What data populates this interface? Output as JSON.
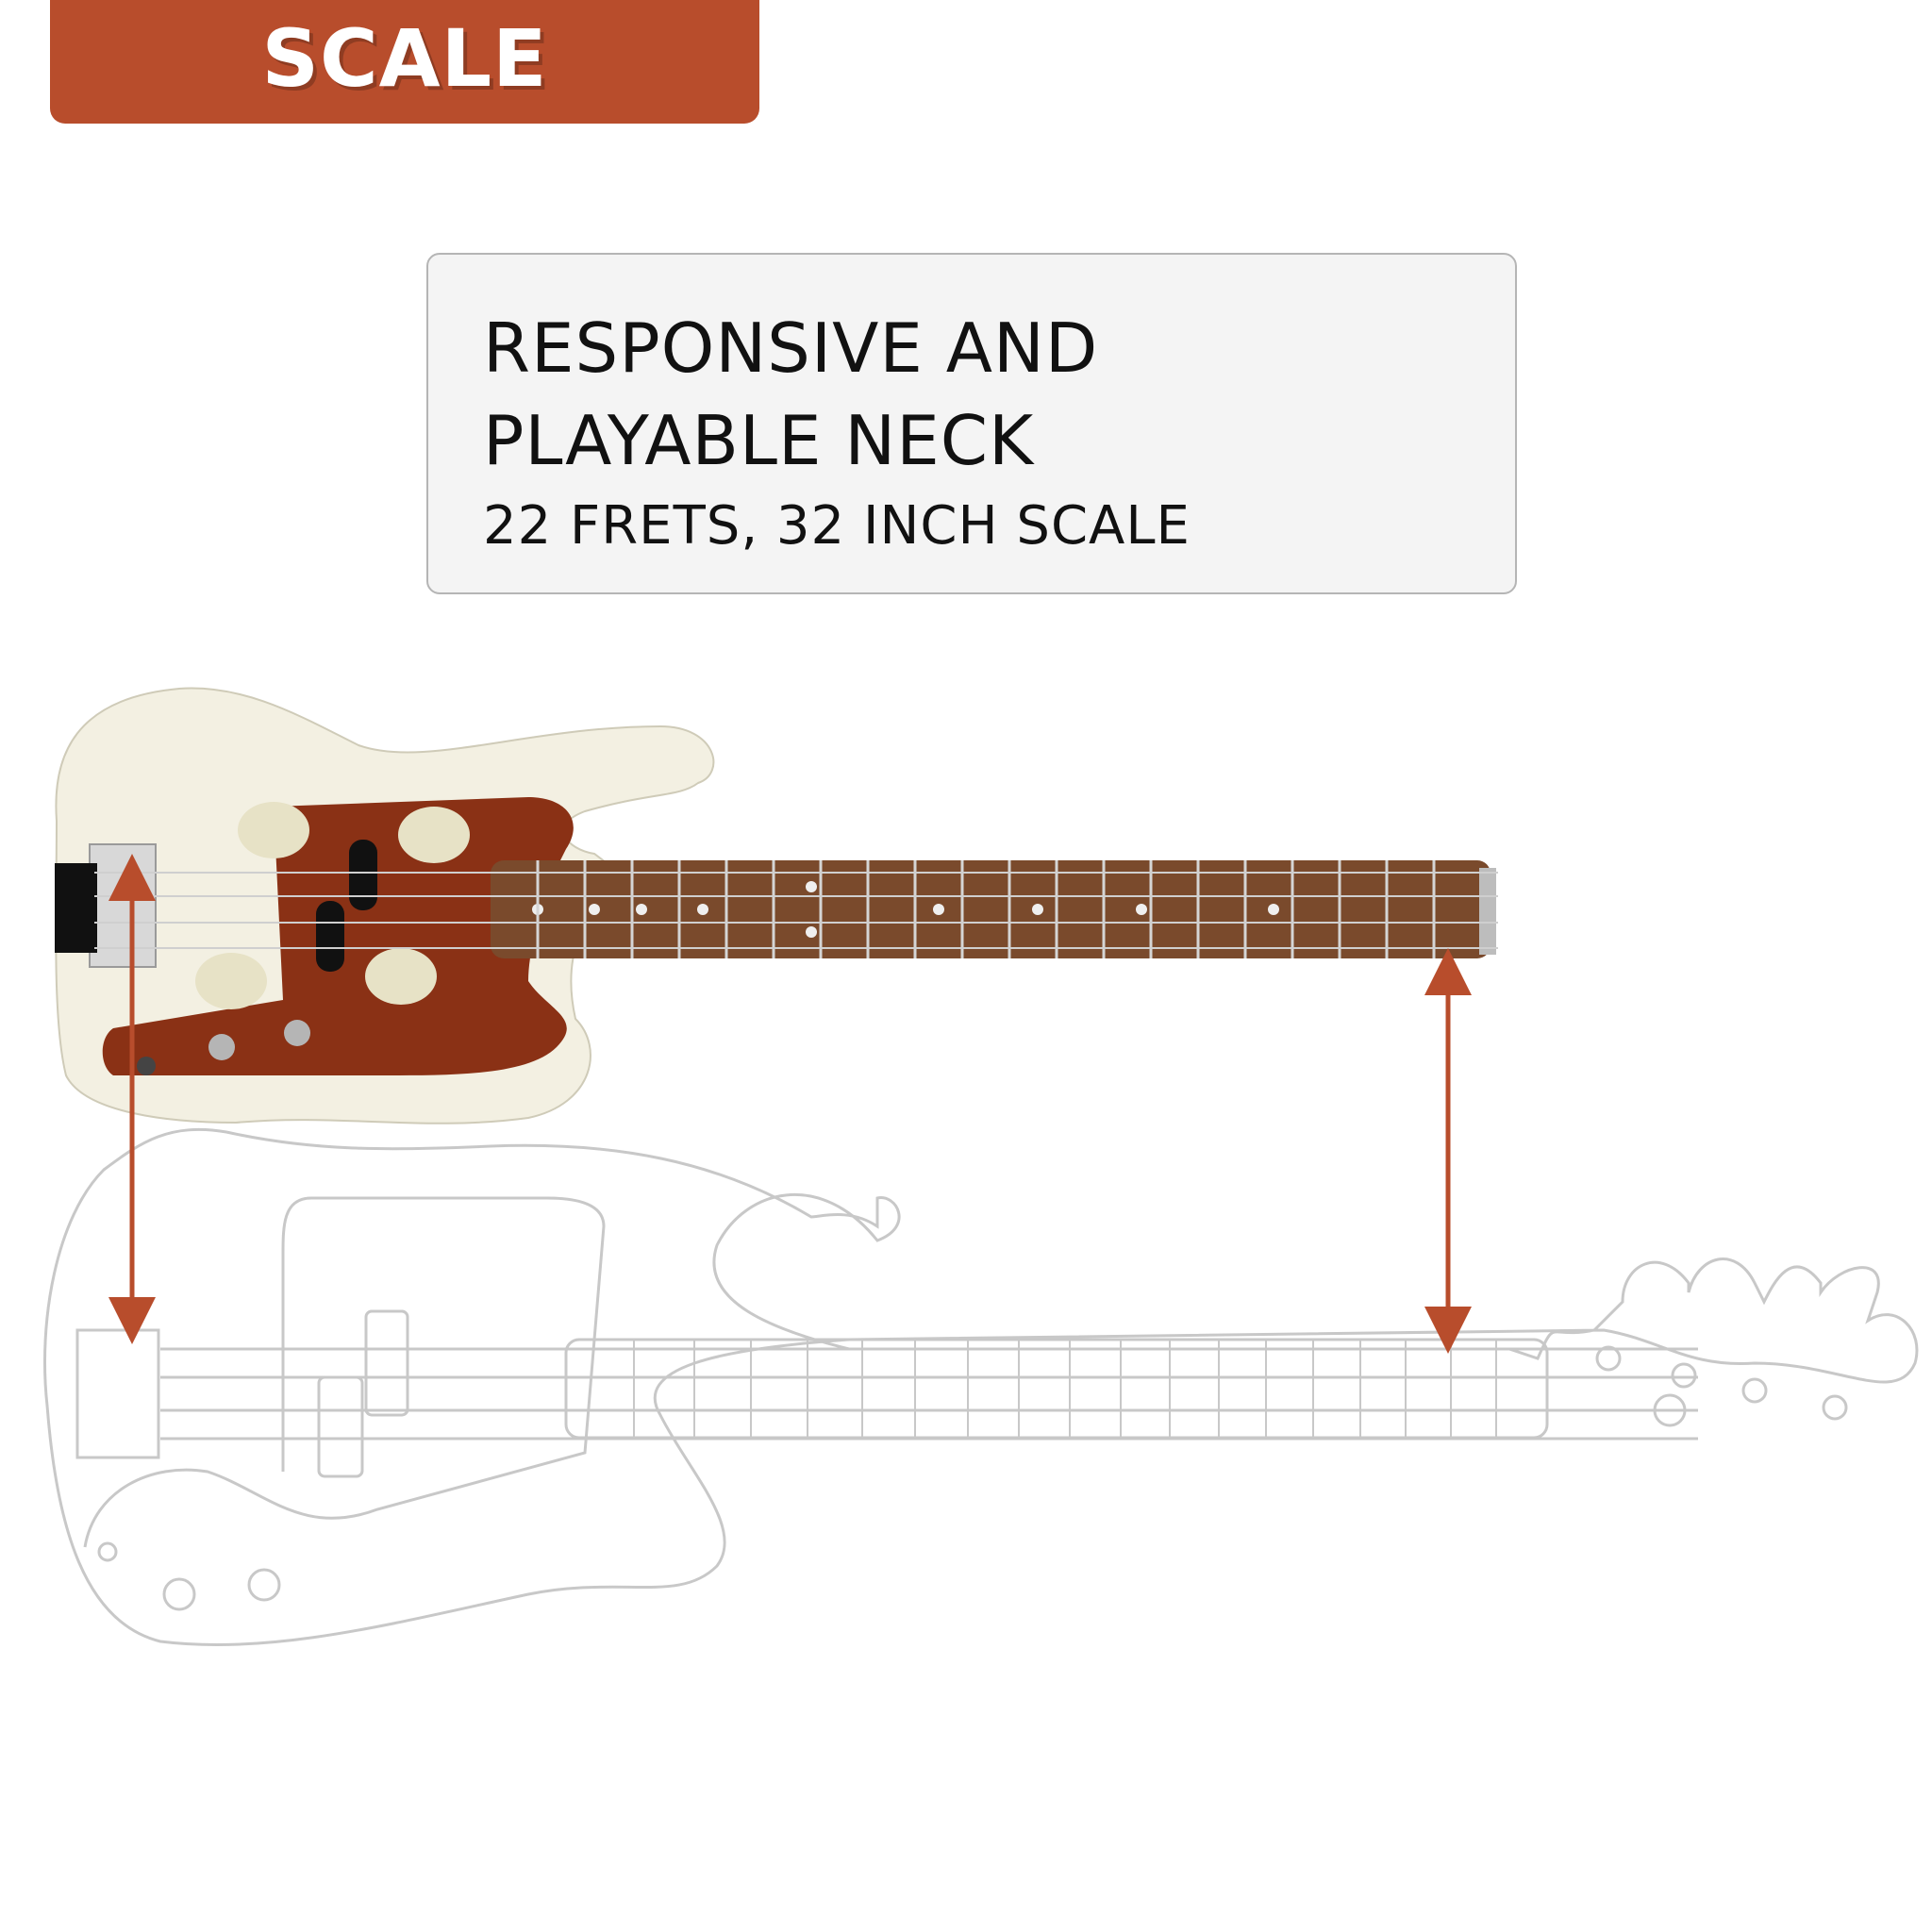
{
  "header": {
    "tab_label": "SCALE",
    "tab_color": "#b84d2c"
  },
  "feature": {
    "headline_line1": "RESPONSIVE AND",
    "headline_line2": "PLAYABLE NECK",
    "specs": "22 FRETS, 32 INCH SCALE"
  },
  "illustration": {
    "accent_color": "#b84d2c",
    "body_color": "#f3f0e2",
    "pickguard_color": "#8a3115",
    "fretboard_color": "#7a4a2c",
    "outline_color": "#c8c8c8",
    "icons": [
      "bass-guitar-photo",
      "full-size-bass-outline",
      "scale-length-arrow"
    ]
  }
}
